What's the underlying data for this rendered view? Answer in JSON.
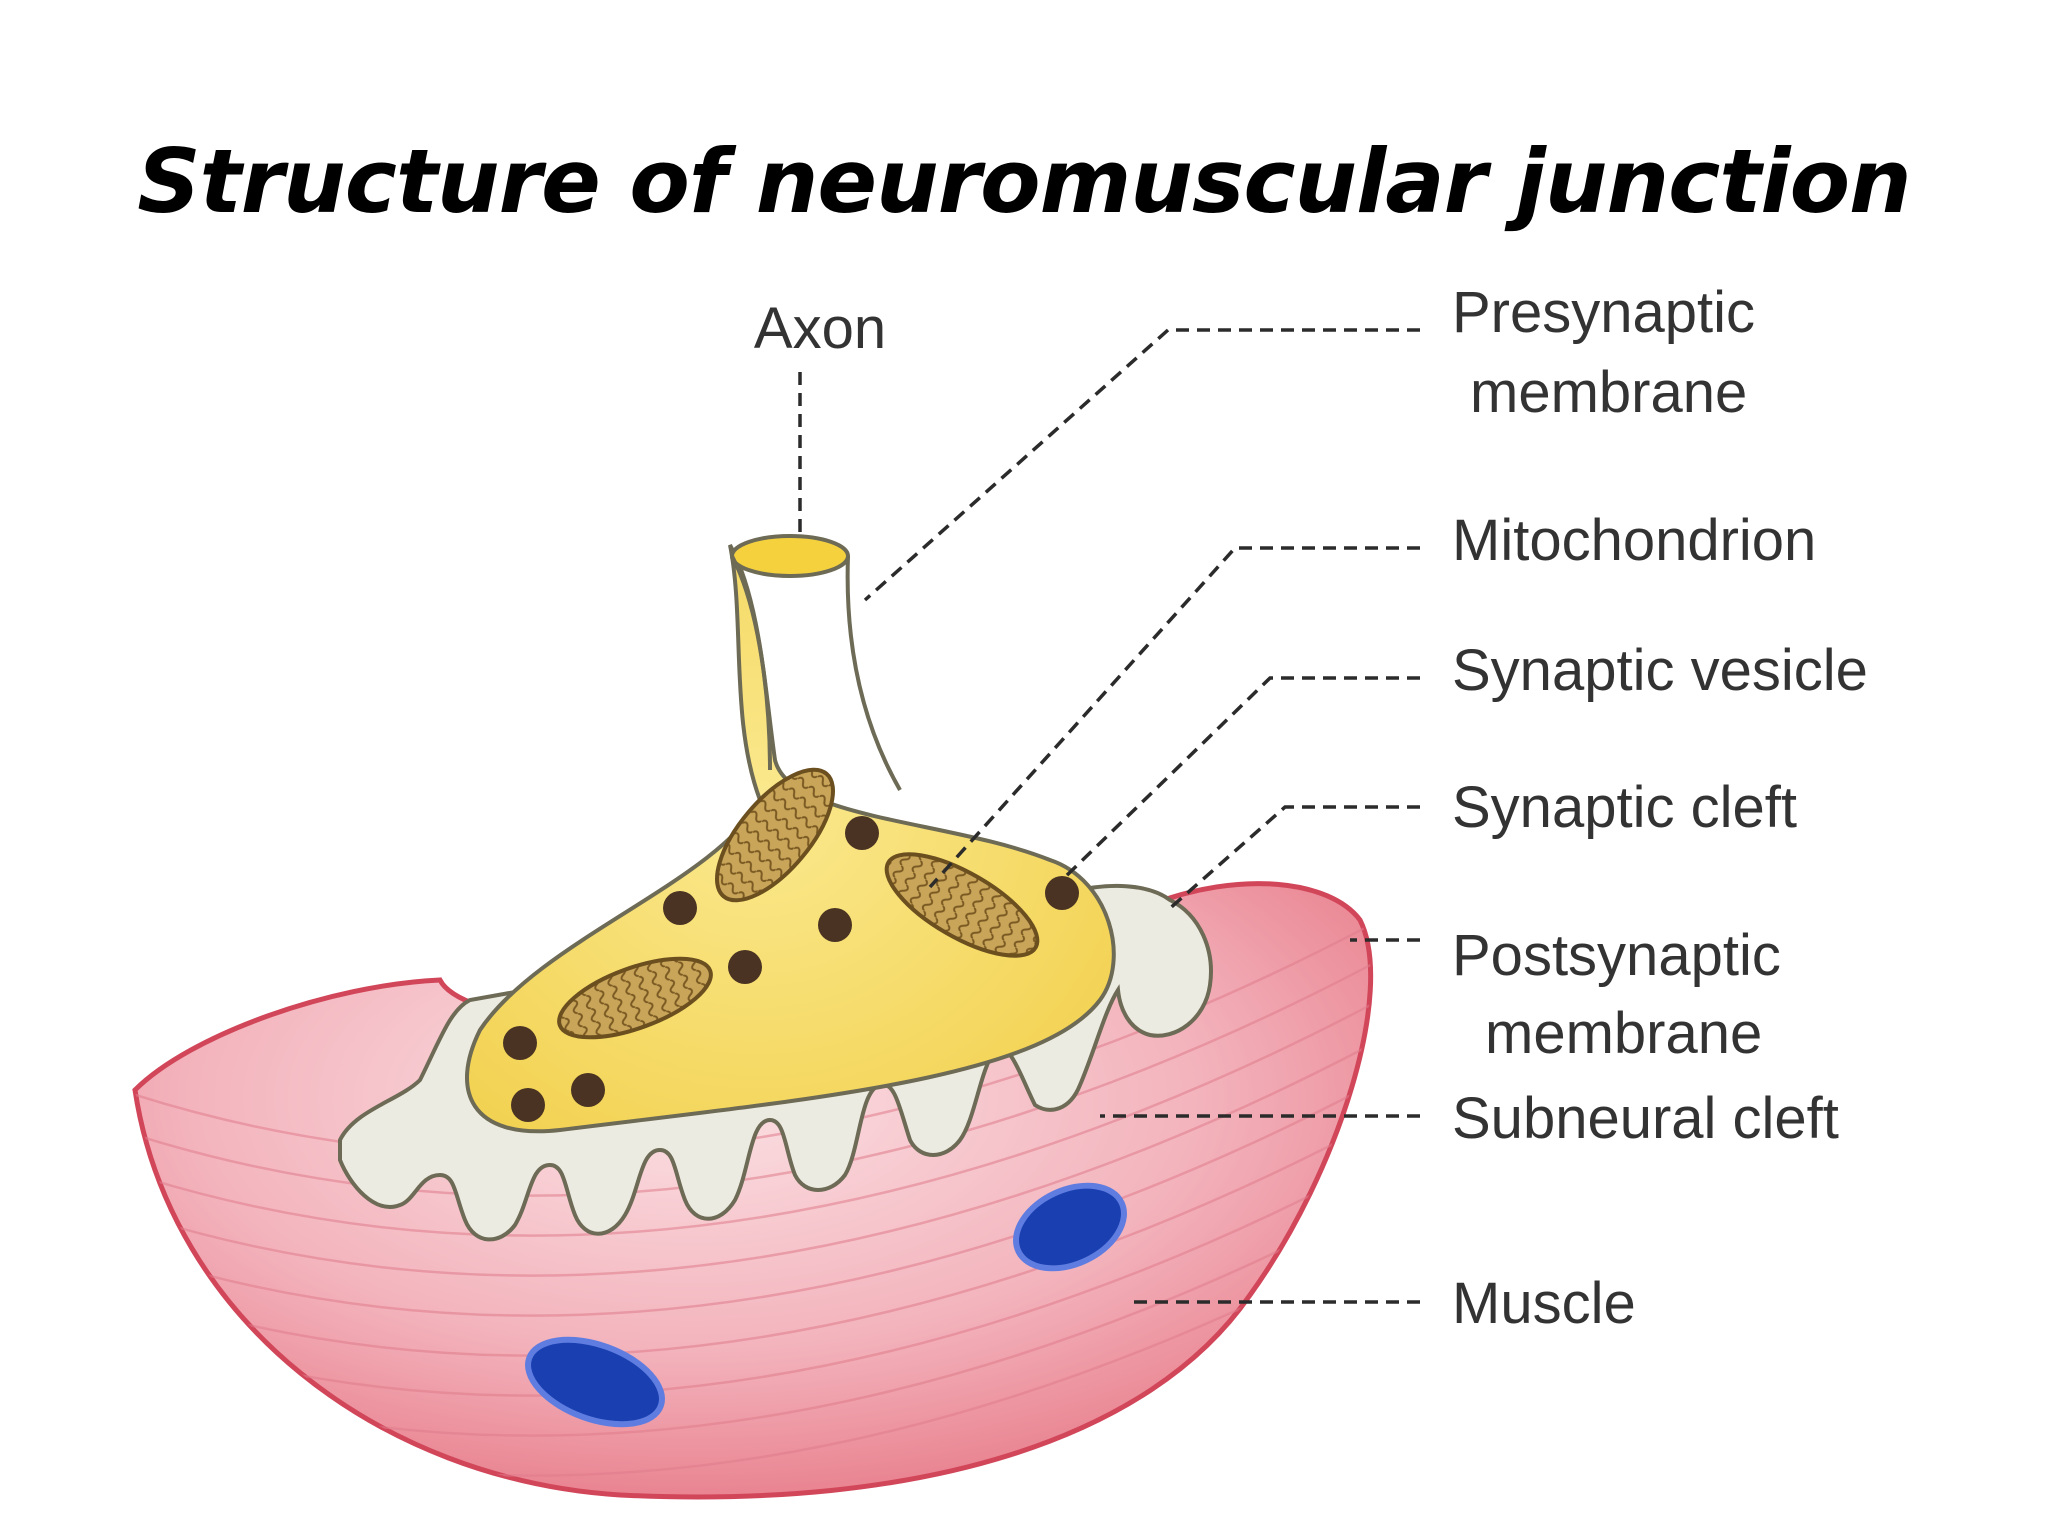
{
  "title": "Structure of neuromuscular junction",
  "labels": {
    "axon": "Axon",
    "presynaptic_line1": "Presynaptic",
    "presynaptic_line2": "membrane",
    "mitochondrion": "Mitochondrion",
    "synaptic_vesicle": "Synaptic vesicle",
    "synaptic_cleft": "Synaptic cleft",
    "postsynaptic_line1": "Postsynaptic",
    "postsynaptic_line2": "membrane",
    "subneural_cleft": "Subneural cleft",
    "muscle": "Muscle"
  },
  "colors": {
    "axon_terminal": "#f7dc6a",
    "muscle": "#ec8d98",
    "cleft": "#ecebe2",
    "mitochondrion": "#b08a3e",
    "vesicle": "#4a3322",
    "nucleus": "#1a3fb0"
  }
}
